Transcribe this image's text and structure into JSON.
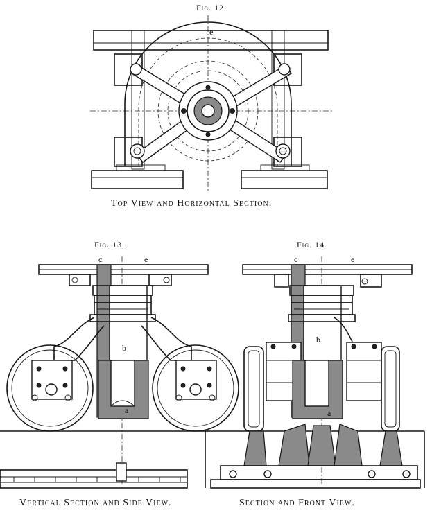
{
  "figures": [
    {
      "id": "fig12",
      "label": "Fig. 12.",
      "caption": "Top View and Horizontal Section."
    },
    {
      "id": "fig13",
      "label": "Fig. 13.",
      "caption": "Vertical Section and Side View."
    },
    {
      "id": "fig14",
      "label": "Fig. 14.",
      "caption": "Section and Front View."
    }
  ],
  "letters": {
    "e": "e",
    "c": "c",
    "b": "b",
    "a": "a"
  },
  "colors": {
    "ink": "#161616",
    "hatch": "#8a8a8a",
    "paper": "#ffffff"
  }
}
